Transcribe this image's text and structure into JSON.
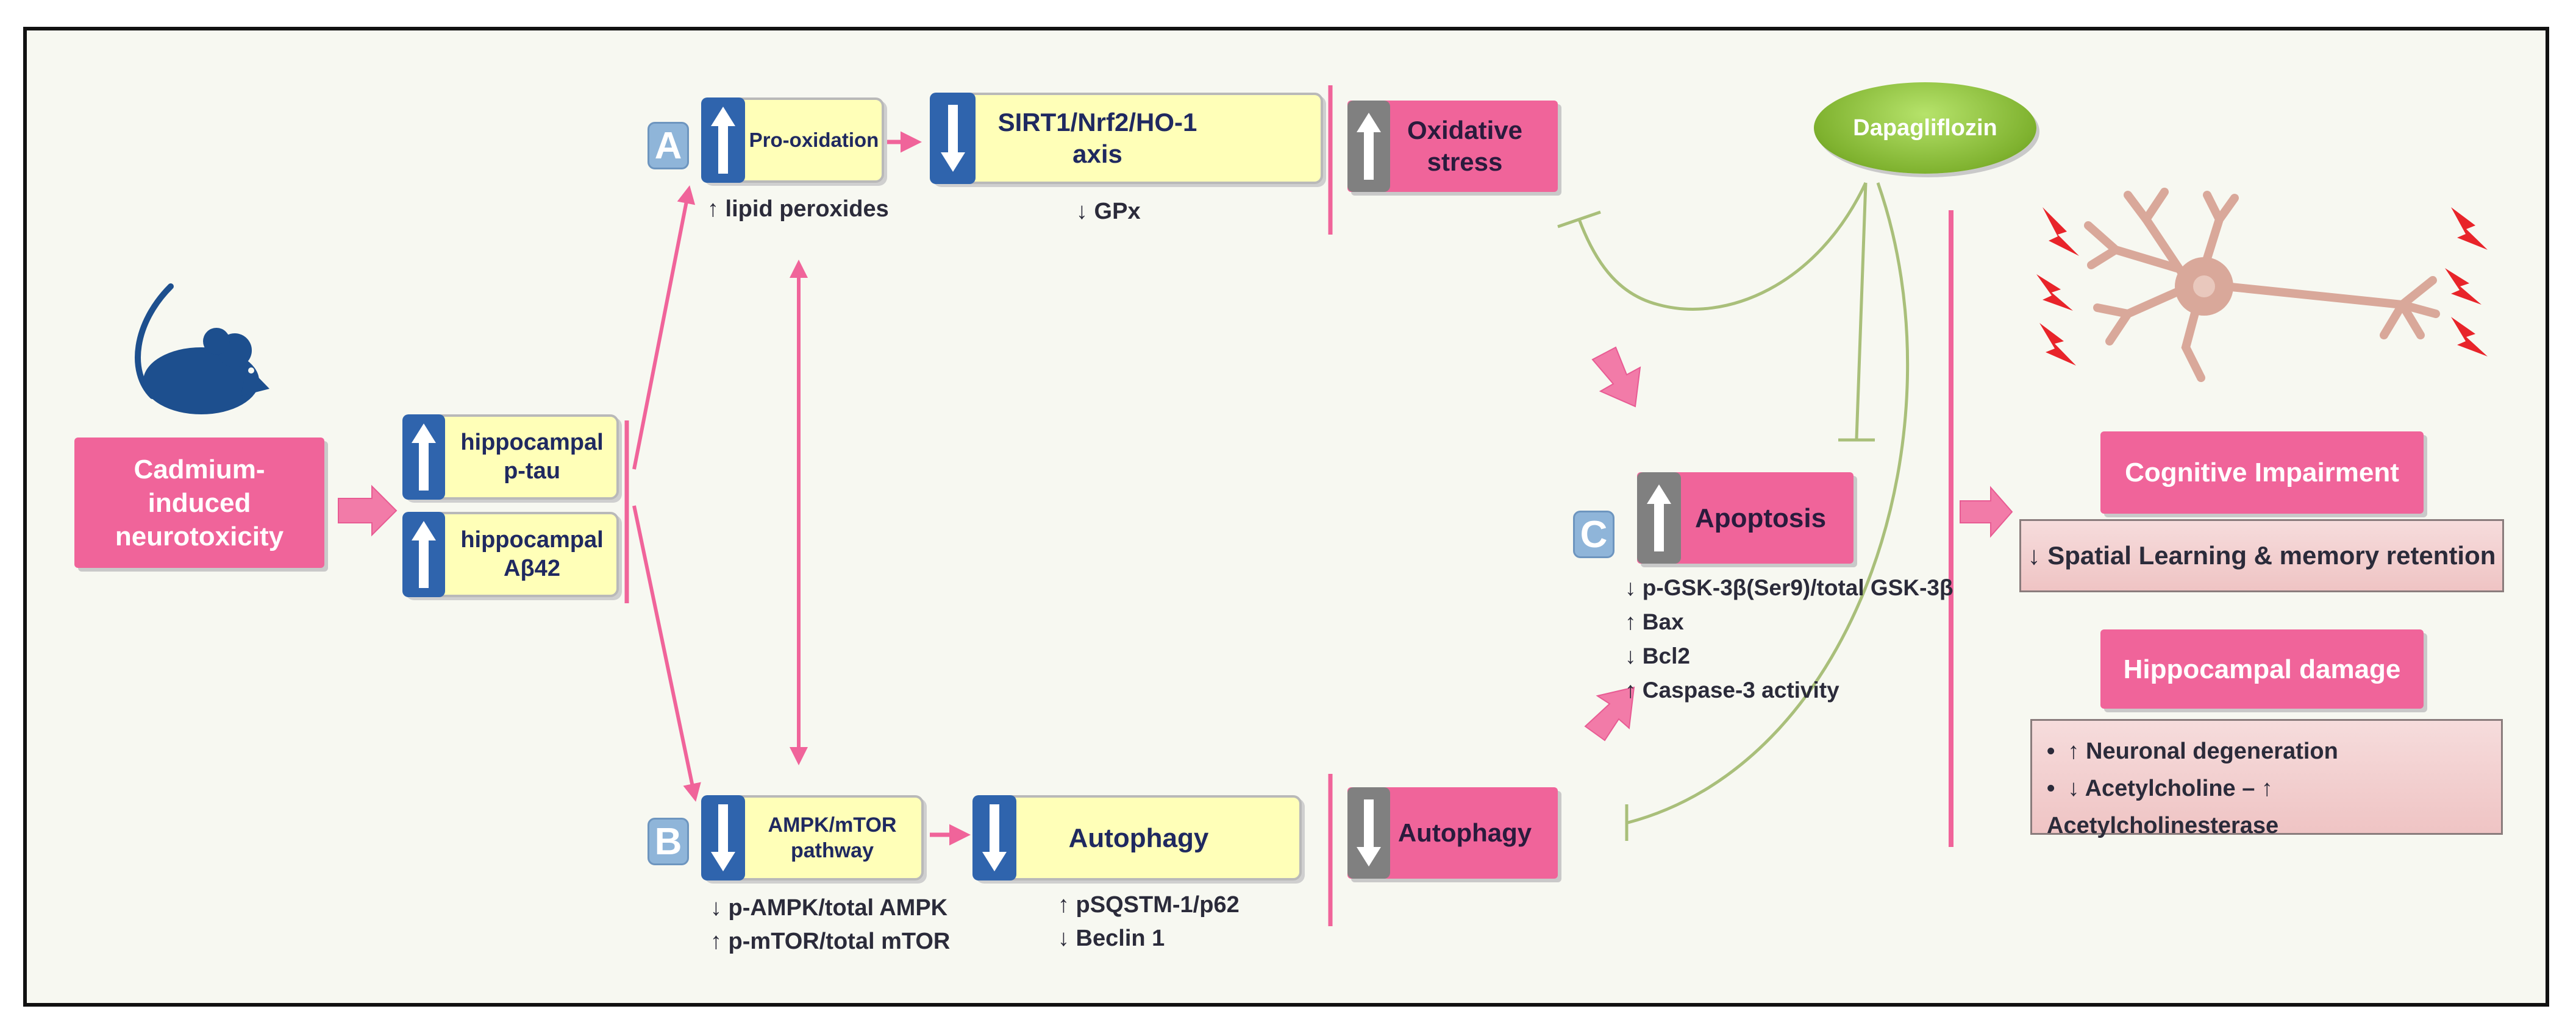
{
  "inducer": {
    "label": "Cadmium-induced neurotoxicity"
  },
  "markers": [
    {
      "label": "hippocampal p-tau"
    },
    {
      "label": "hippocampal Aβ42"
    }
  ],
  "pathway_a": {
    "letter": "A",
    "pro_oxidation": "Pro-oxidation",
    "pro_oxidation_note": "↑ lipid peroxides",
    "axis": "SIRT1/Nrf2/HO-1 axis",
    "axis_note": "↓ GPx",
    "outcome": "Oxidative stress"
  },
  "pathway_b": {
    "letter": "B",
    "ampk": "AMPK/mTOR pathway",
    "ampk_notes": [
      "↓ p-AMPK/total AMPK",
      "↑ p-mTOR/total mTOR"
    ],
    "autophagy": "Autophagy",
    "autophagy_notes": [
      "↑ pSQSTM-1/p62",
      "↓ Beclin 1"
    ],
    "outcome": "Autophagy"
  },
  "pathway_c": {
    "letter": "C",
    "outcome": "Apoptosis",
    "notes": [
      "↓ p-GSK-3β(Ser9)/total GSK-3β",
      "↑ Bax",
      "↓ Bcl2",
      "↑ Caspase-3 activity"
    ]
  },
  "drug": {
    "label": "Dapagliflozin"
  },
  "results": {
    "cognitive": "Cognitive Impairment",
    "cognitive_note": "↓ Spatial Learning & memory retention",
    "damage": "Hippocampal damage",
    "damage_notes": [
      "↑ Neuronal degeneration",
      "↓ Acetylcholine – ↑ Acetylcholinesterase"
    ],
    "bullet": "•"
  },
  "icons": [
    "mouse-icon",
    "neuron-icon",
    "lightning-icon",
    "up-arrow-icon",
    "down-arrow-icon"
  ],
  "colors": {
    "pink": "#f0649a",
    "yellow": "#ffffb8",
    "blue": "#2f64ad",
    "olive": "#a9bf7a",
    "drug_green": "#8fc23c"
  }
}
